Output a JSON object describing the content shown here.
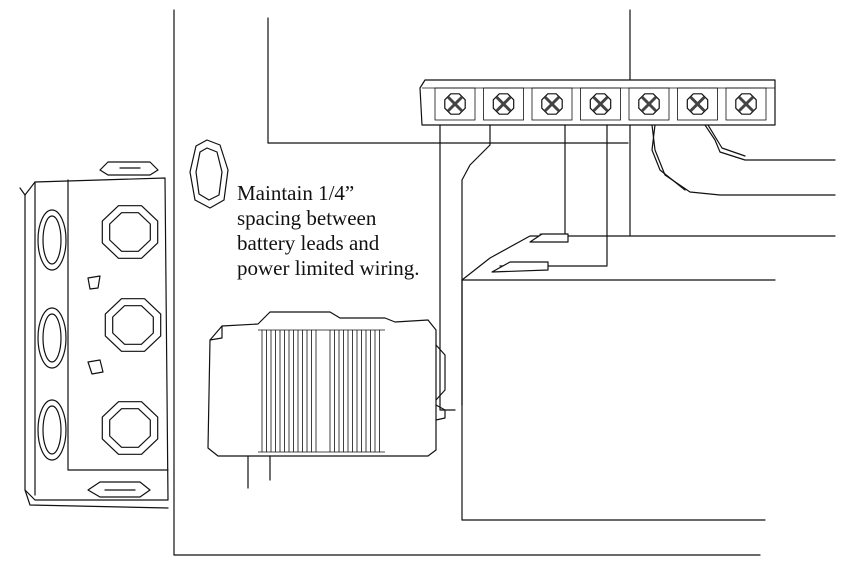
{
  "annotation": {
    "lines": [
      "Maintain 1/4”",
      "spacing between",
      "battery leads and",
      "power limited wiring."
    ]
  },
  "colors": {
    "line": "#111111",
    "background": "#ffffff"
  },
  "parts": {
    "terminal_screw_count": 7,
    "icons": [
      "terminal-screw-icon",
      "knockout-icon",
      "battery-icon",
      "conduit-box-icon"
    ]
  }
}
